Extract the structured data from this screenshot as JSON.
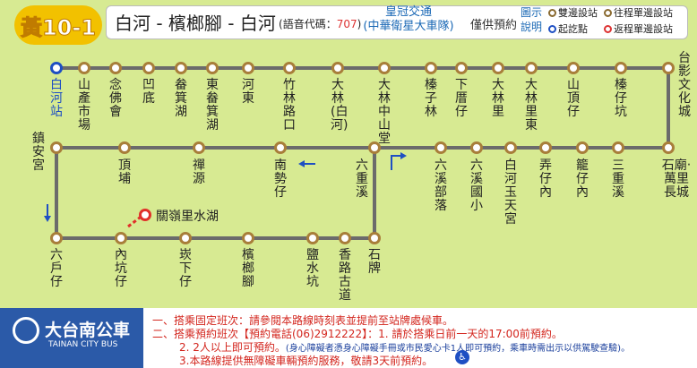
{
  "header": {
    "route_number": "黃10-1",
    "route_name": "白河 - 檳榔腳 - 白河",
    "voice_code_label": "語音代碼：",
    "voice_code": "707",
    "operator_line1": "皇冠交通",
    "operator_line2": "(中華衛星大車隊)",
    "reservation_only": "僅供預約",
    "legend_title": "圖示說明",
    "legend": {
      "both": "雙邊設站",
      "origin": "起訖點",
      "outbound": "往程單邊設站",
      "return": "返程單邊設站"
    }
  },
  "stops": {
    "baihe": "白河站",
    "shanchan": "山產市場",
    "nianfo": "念佛會",
    "aodi": "凹底",
    "gaobikeng": "畚箕湖",
    "dong_gaobikeng": "東畚箕湖",
    "hedong": "河東",
    "zhulin": "竹林路口",
    "dalin_baihe": "大林(白河)",
    "dalin_zhongshan": "大林中山堂",
    "zhenzilin": "榛子林",
    "xiacuozi": "下厝仔",
    "dalinli": "大林里",
    "dalinli_dong": "大林里東",
    "shandingzi": "山頂仔",
    "zhenzikeng": "榛仔坑",
    "taiying": "台影文化城",
    "zhenan": "鎮安宮",
    "dingpu": "頂埔",
    "chanyuan": "禪源",
    "nanshizi": "南勢仔",
    "liuzhongxi": "六重溪",
    "liuxi_buluo": "六溪部落",
    "liuxi_school": "六溪國小",
    "baihe_yutian": "白河玉天宮",
    "nongzinei": "弄仔內",
    "longzinei": "籠仔內",
    "sanzhongxi": "三重溪",
    "shimiao": "石廟‧萬里長城",
    "liuhuzi": "六戶仔",
    "neikengzi": "內坑仔",
    "bingxiazi": "崁下仔",
    "binlangjiao": "檳榔腳",
    "yanshuikeng": "鹽水坑",
    "xiangluguidao": "香路古道",
    "shipai": "石牌",
    "guanling": "關嶺里水湖"
  },
  "footer": {
    "logo_text": "大台南公車",
    "logo_sub": "TAINAN CITY BUS",
    "note1": "一、搭乘固定班次：請參閱本路線時刻表並提前至站牌處候車。",
    "note2": "二、搭乘預約班次【預約電話(06)2912222】：1. 請於搭乘日前一天的17:00前預約。",
    "note3": "2. 2人以上即可預約。",
    "note3_small": "(身心障礙者憑身心障礙手冊或市民愛心卡1人即可預約，乘車時需出示以供駕駛查驗)。",
    "note4": "3.本路線提供無障礙車輛預約服務，敬請3天前預約。"
  },
  "colors": {
    "background": "#d7ea92",
    "route_line": "#6b6b6b",
    "node_border": "#a87e3a",
    "origin": "#1e4fc3",
    "return": "#e0302a",
    "badge": "#f2c100"
  }
}
